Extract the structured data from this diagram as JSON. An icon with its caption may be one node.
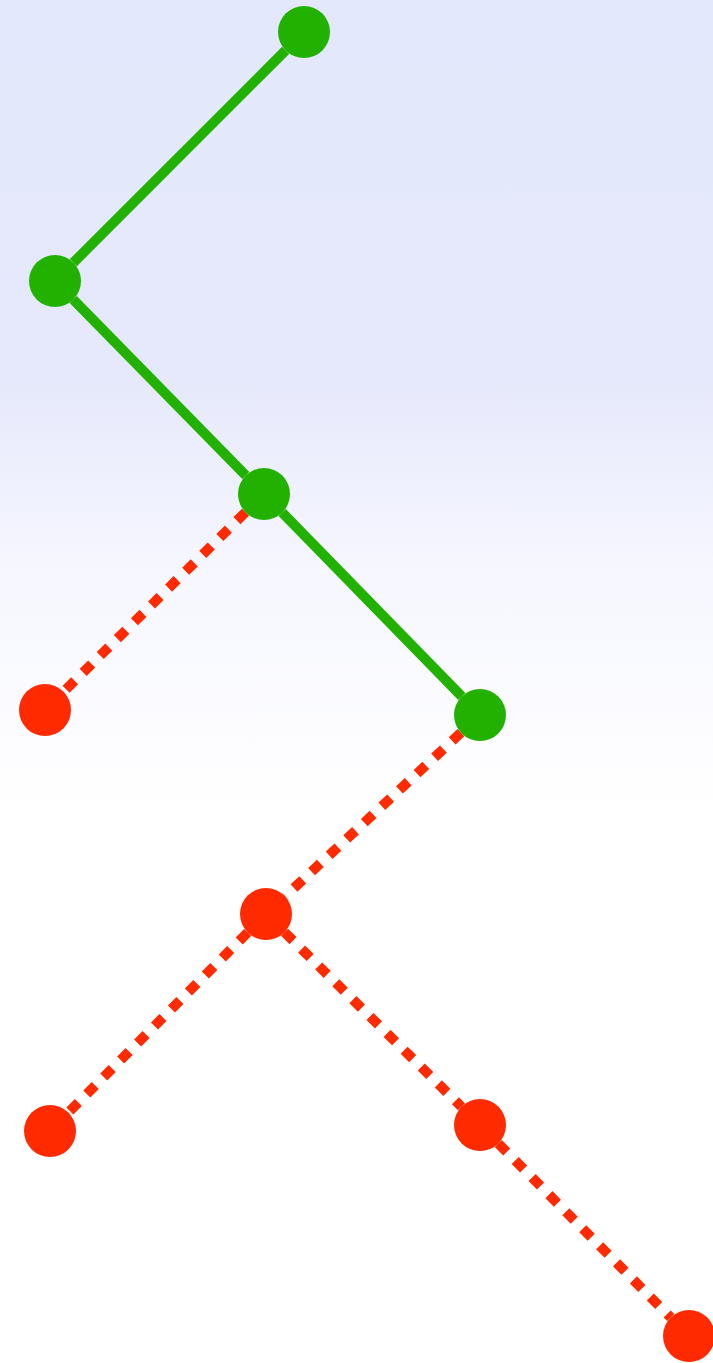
{
  "diagram": {
    "nodes": [
      {
        "text": [],
        "shape": "circle"
      },
      {
        "text": [],
        "shape": "circle"
      },
      {
        "text": [],
        "shape": "circle"
      },
      {
        "text": [],
        "shape": "circle"
      },
      {
        "text": [],
        "shape": "circle"
      },
      {
        "text": [],
        "shape": "circle"
      },
      {
        "text": [],
        "shape": "circle"
      },
      {
        "text": [],
        "shape": "circle"
      },
      {
        "text": [],
        "shape": "circle"
      }
    ],
    "edges": [
      {
        "from": 0,
        "to": 1,
        "arrow": "none",
        "color": "#22b100"
      },
      {
        "from": 1,
        "to": 2,
        "arrow": "none",
        "color": "#22b100"
      },
      {
        "from": 2,
        "to": 4,
        "arrow": "none",
        "color": "#22b100"
      },
      {
        "from": 2,
        "to": 3,
        "arrow": "none",
        "style": "dashed"
      },
      {
        "from": 4,
        "to": 5,
        "arrow": "none",
        "style": "dashed"
      },
      {
        "from": 5,
        "to": 6,
        "arrow": "none",
        "style": "dashed"
      },
      {
        "from": 5,
        "to": 7,
        "arrow": "none",
        "style": "dashed"
      },
      {
        "from": 7,
        "to": 8,
        "arrow": "none",
        "style": "dashed"
      }
    ]
  }
}
